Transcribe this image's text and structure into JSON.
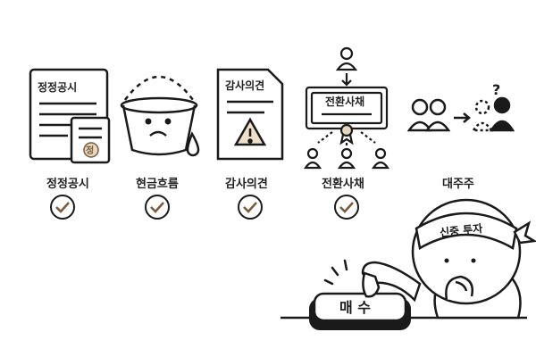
{
  "items": [
    {
      "label": "정정공시",
      "doc_title": "정정공시",
      "stamp_char": "정",
      "checked": true
    },
    {
      "label": "현금흐름",
      "checked": true
    },
    {
      "label": "감사의견",
      "doc_title": "감사의견",
      "checked": true
    },
    {
      "label": "전환사채",
      "doc_title": "전환사채",
      "checked": true
    },
    {
      "label": "대주주",
      "question_mark": "?",
      "checked": false
    }
  ],
  "character": {
    "headband_text": "신중 투자",
    "button_label": "매 수"
  },
  "colors": {
    "stroke": "#1a1a1a",
    "tan": "#e6d6c2",
    "check_brown": "#7a5a3a",
    "warning_fill": "#efe0cb"
  }
}
